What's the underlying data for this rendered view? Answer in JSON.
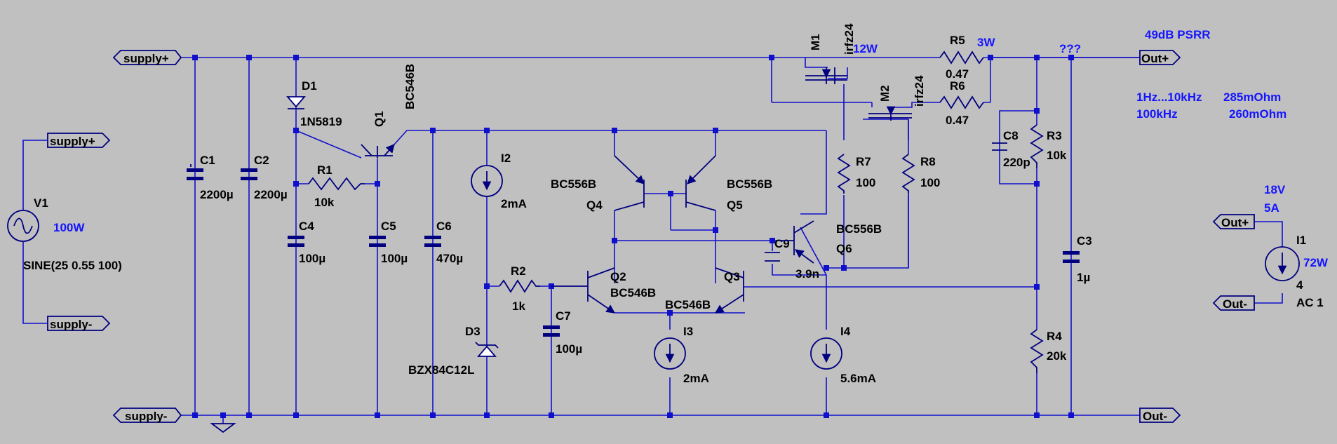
{
  "colors": {
    "background": "#c0c0c0",
    "wire": "#1010cc",
    "symbol": "#000080",
    "annotation": "#1515ff",
    "label": "#000000"
  },
  "net_flags": {
    "supply_plus_top": "supply+",
    "supply_minus_bottom": "supply-",
    "v1_supply_plus": "supply+",
    "v1_supply_minus": "supply-",
    "out_plus": "Out+",
    "out_minus": "Out-",
    "i1_out_plus": "Out+",
    "i1_out_minus": "Out-"
  },
  "components": {
    "V1": {
      "name": "V1",
      "value": "SINE(25 0.55 100)",
      "power": "100W"
    },
    "C1": {
      "name": "C1",
      "value": "2200µ"
    },
    "C2": {
      "name": "C2",
      "value": "2200µ"
    },
    "D1": {
      "name": "D1",
      "value": "1N5819"
    },
    "R1": {
      "name": "R1",
      "value": "10k"
    },
    "C4": {
      "name": "C4",
      "value": "100µ"
    },
    "Q1": {
      "name": "Q1",
      "value": "BC546B"
    },
    "C5": {
      "name": "C5",
      "value": "100µ"
    },
    "C6": {
      "name": "C6",
      "value": "470µ"
    },
    "I2": {
      "name": "I2",
      "value": "2mA"
    },
    "R2": {
      "name": "R2",
      "value": "1k"
    },
    "D3": {
      "name": "D3",
      "value": "BZX84C12L"
    },
    "C7": {
      "name": "C7",
      "value": "100µ"
    },
    "Q4": {
      "name": "Q4",
      "value": "BC556B"
    },
    "Q5": {
      "name": "Q5",
      "value": "BC556B"
    },
    "Q2": {
      "name": "Q2",
      "value": "BC546B"
    },
    "Q3": {
      "name": "Q3",
      "value": "BC546B"
    },
    "I3": {
      "name": "I3",
      "value": "2mA"
    },
    "M1": {
      "name": "M1",
      "value": "irfz24",
      "power": "12W"
    },
    "M2": {
      "name": "M2",
      "value": "irfz24"
    },
    "R7": {
      "name": "R7",
      "value": "100"
    },
    "R8": {
      "name": "R8",
      "value": "100"
    },
    "C9": {
      "name": "C9",
      "value": "3.9n"
    },
    "Q6": {
      "name": "Q6",
      "value": "BC556B"
    },
    "I4": {
      "name": "I4",
      "value": "5.6mA"
    },
    "R5": {
      "name": "R5",
      "value": "0.47",
      "power": "3W"
    },
    "R6": {
      "name": "R6",
      "value": "0.47"
    },
    "C8": {
      "name": "C8",
      "value": "220p"
    },
    "R3": {
      "name": "R3",
      "value": "10k"
    },
    "R4": {
      "name": "R4",
      "value": "20k"
    },
    "C3": {
      "name": "C3",
      "value": "1µ"
    },
    "I1": {
      "name": "I1",
      "value": "4",
      "ac": "AC 1",
      "voltage": "18V",
      "current": "5A",
      "power": "72W"
    }
  },
  "annotations": {
    "psrr": "49dB PSRR",
    "range1": "1Hz...10kHz",
    "value1": "285mOhm",
    "range2": "100kHz",
    "value2": "260mOhm",
    "unknown": "???"
  }
}
